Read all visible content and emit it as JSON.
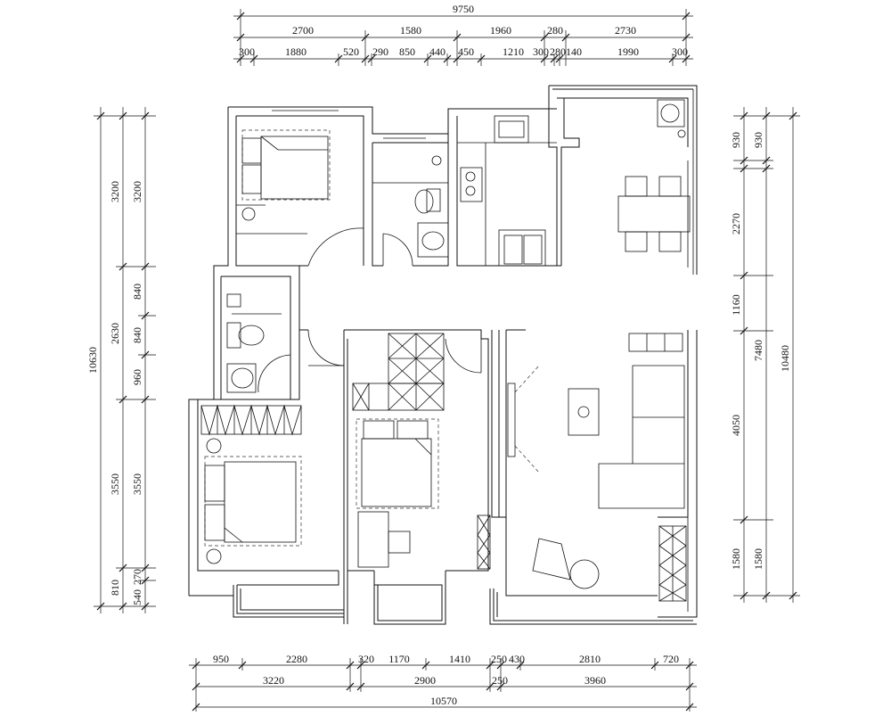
{
  "dimensions": {
    "top_total": "9750",
    "top_row2": [
      "2700",
      "1580",
      "1960",
      "280",
      "2730"
    ],
    "top_row3": [
      "300",
      "1880",
      "520",
      "290",
      "850",
      "440",
      "450",
      "1210",
      "300",
      "280",
      "140",
      "1990",
      "300"
    ],
    "bottom_total": "10570",
    "bottom_row2": [
      "3220",
      "2900",
      "250",
      "3960"
    ],
    "bottom_row1": [
      "950",
      "2280",
      "320",
      "1170",
      "1410",
      "250",
      "430",
      "2810",
      "720"
    ],
    "left_total": "10630",
    "left_row2": [
      "3200",
      "2630",
      "3550",
      "810"
    ],
    "left_row3": [
      "3200",
      "840",
      "840",
      "960",
      "3550",
      "270",
      "540"
    ],
    "right_total": "10480",
    "right_row2": [
      "930",
      "2270",
      "7480"
    ],
    "right_row3": [
      "930",
      "1160",
      "4050",
      "1580"
    ],
    "right_1580": "1580"
  }
}
